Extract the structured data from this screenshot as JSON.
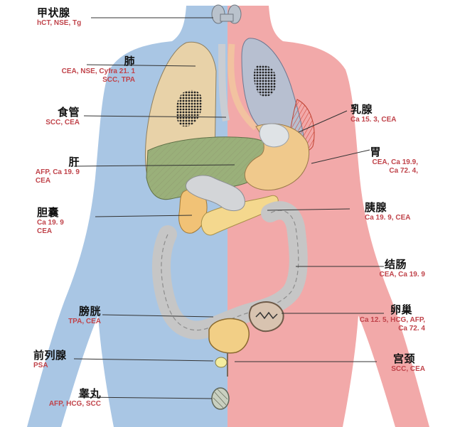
{
  "colors": {
    "left_body": "#a9c6e4",
    "right_body": "#f2a9a9",
    "marker_text": "#c0434a",
    "organ_name": "#111111"
  },
  "organs": {
    "thyroid": {
      "name": "甲状腺",
      "markers": [
        "hCT, NSE, Tg"
      ]
    },
    "lung": {
      "name": "肺",
      "markers": [
        "CEA, NSE, Cyfra 21. 1",
        "SCC, TPA"
      ]
    },
    "esophagus": {
      "name": "食管",
      "markers": [
        "SCC, CEA"
      ]
    },
    "liver": {
      "name": "肝",
      "markers": [
        "AFP, Ca 19. 9",
        "CEA"
      ]
    },
    "gallbladder": {
      "name": "胆囊",
      "markers": [
        "Ca 19. 9",
        "CEA"
      ]
    },
    "bladder": {
      "name": "膀胱",
      "markers": [
        "TPA, CEA"
      ]
    },
    "prostate": {
      "name": "前列腺",
      "markers": [
        "PSA"
      ]
    },
    "testis": {
      "name": "睾丸",
      "markers": [
        "AFP, HCG, SCC"
      ]
    },
    "breast": {
      "name": "乳腺",
      "markers": [
        "Ca 15. 3, CEA"
      ]
    },
    "stomach": {
      "name": "胃",
      "markers": [
        "CEA, Ca 19.9,",
        "Ca 72. 4,"
      ]
    },
    "pancreas": {
      "name": "胰腺",
      "markers": [
        "Ca 19. 9, CEA"
      ]
    },
    "colon": {
      "name": "结肠",
      "markers": [
        "CEA, Ca 19. 9"
      ]
    },
    "ovary": {
      "name": "卵巢",
      "markers": [
        "Ca 12. 5, HCG, AFP,",
        "Ca 72. 4"
      ]
    },
    "cervix": {
      "name": "宫颈",
      "markers": [
        "SCC, CEA"
      ]
    }
  }
}
